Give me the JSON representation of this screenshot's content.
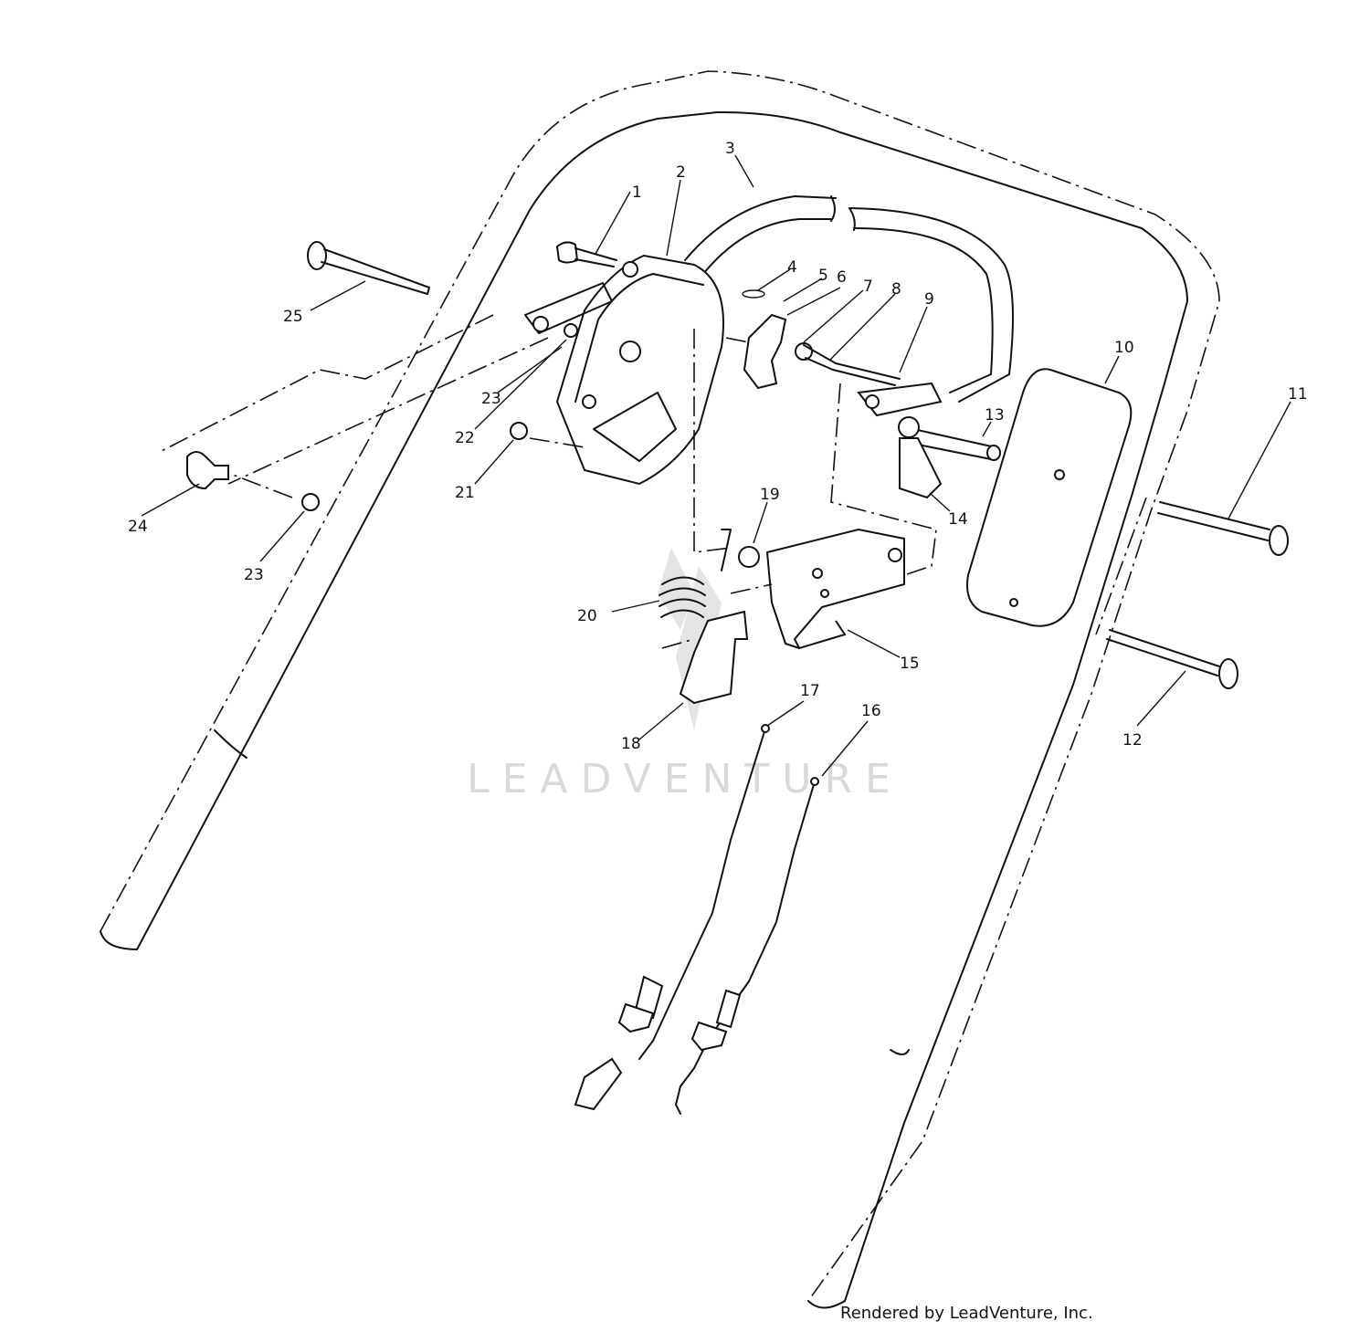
{
  "watermark": "LEADVENTURE",
  "credit": "Rendered by LeadVenture, Inc.",
  "callouts": [
    "1",
    "2",
    "3",
    "4",
    "5",
    "6",
    "7",
    "8",
    "9",
    "10",
    "11",
    "12",
    "13",
    "14",
    "15",
    "16",
    "17",
    "18",
    "19",
    "20",
    "21",
    "22",
    "23",
    "24",
    "25",
    "23"
  ]
}
